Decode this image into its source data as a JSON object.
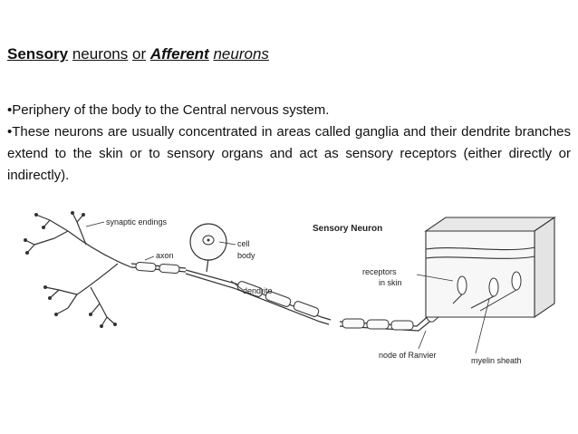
{
  "title": {
    "sensory": "Sensory",
    "neurons": "neurons",
    "or": "or",
    "afferent": "Afferent",
    "neurons2": "neurons"
  },
  "bullets": [
    "•Periphery of the body to the Central nervous system.",
    "•These neurons are usually concentrated in areas called ganglia and their dendrite branches extend to the skin or to sensory organs and act as sensory receptors (either directly or indirectly)."
  ],
  "diagram": {
    "heading": "Sensory Neuron",
    "labels": {
      "synaptic_endings": "synaptic endings",
      "axon": "axon",
      "cell": "cell",
      "body": "body",
      "dendrite": "dendrite",
      "receptors": "receptors",
      "in_skin": "in skin",
      "node_of_ranvier": "node of Ranvier",
      "myelin_sheath": "myelin sheath"
    }
  }
}
